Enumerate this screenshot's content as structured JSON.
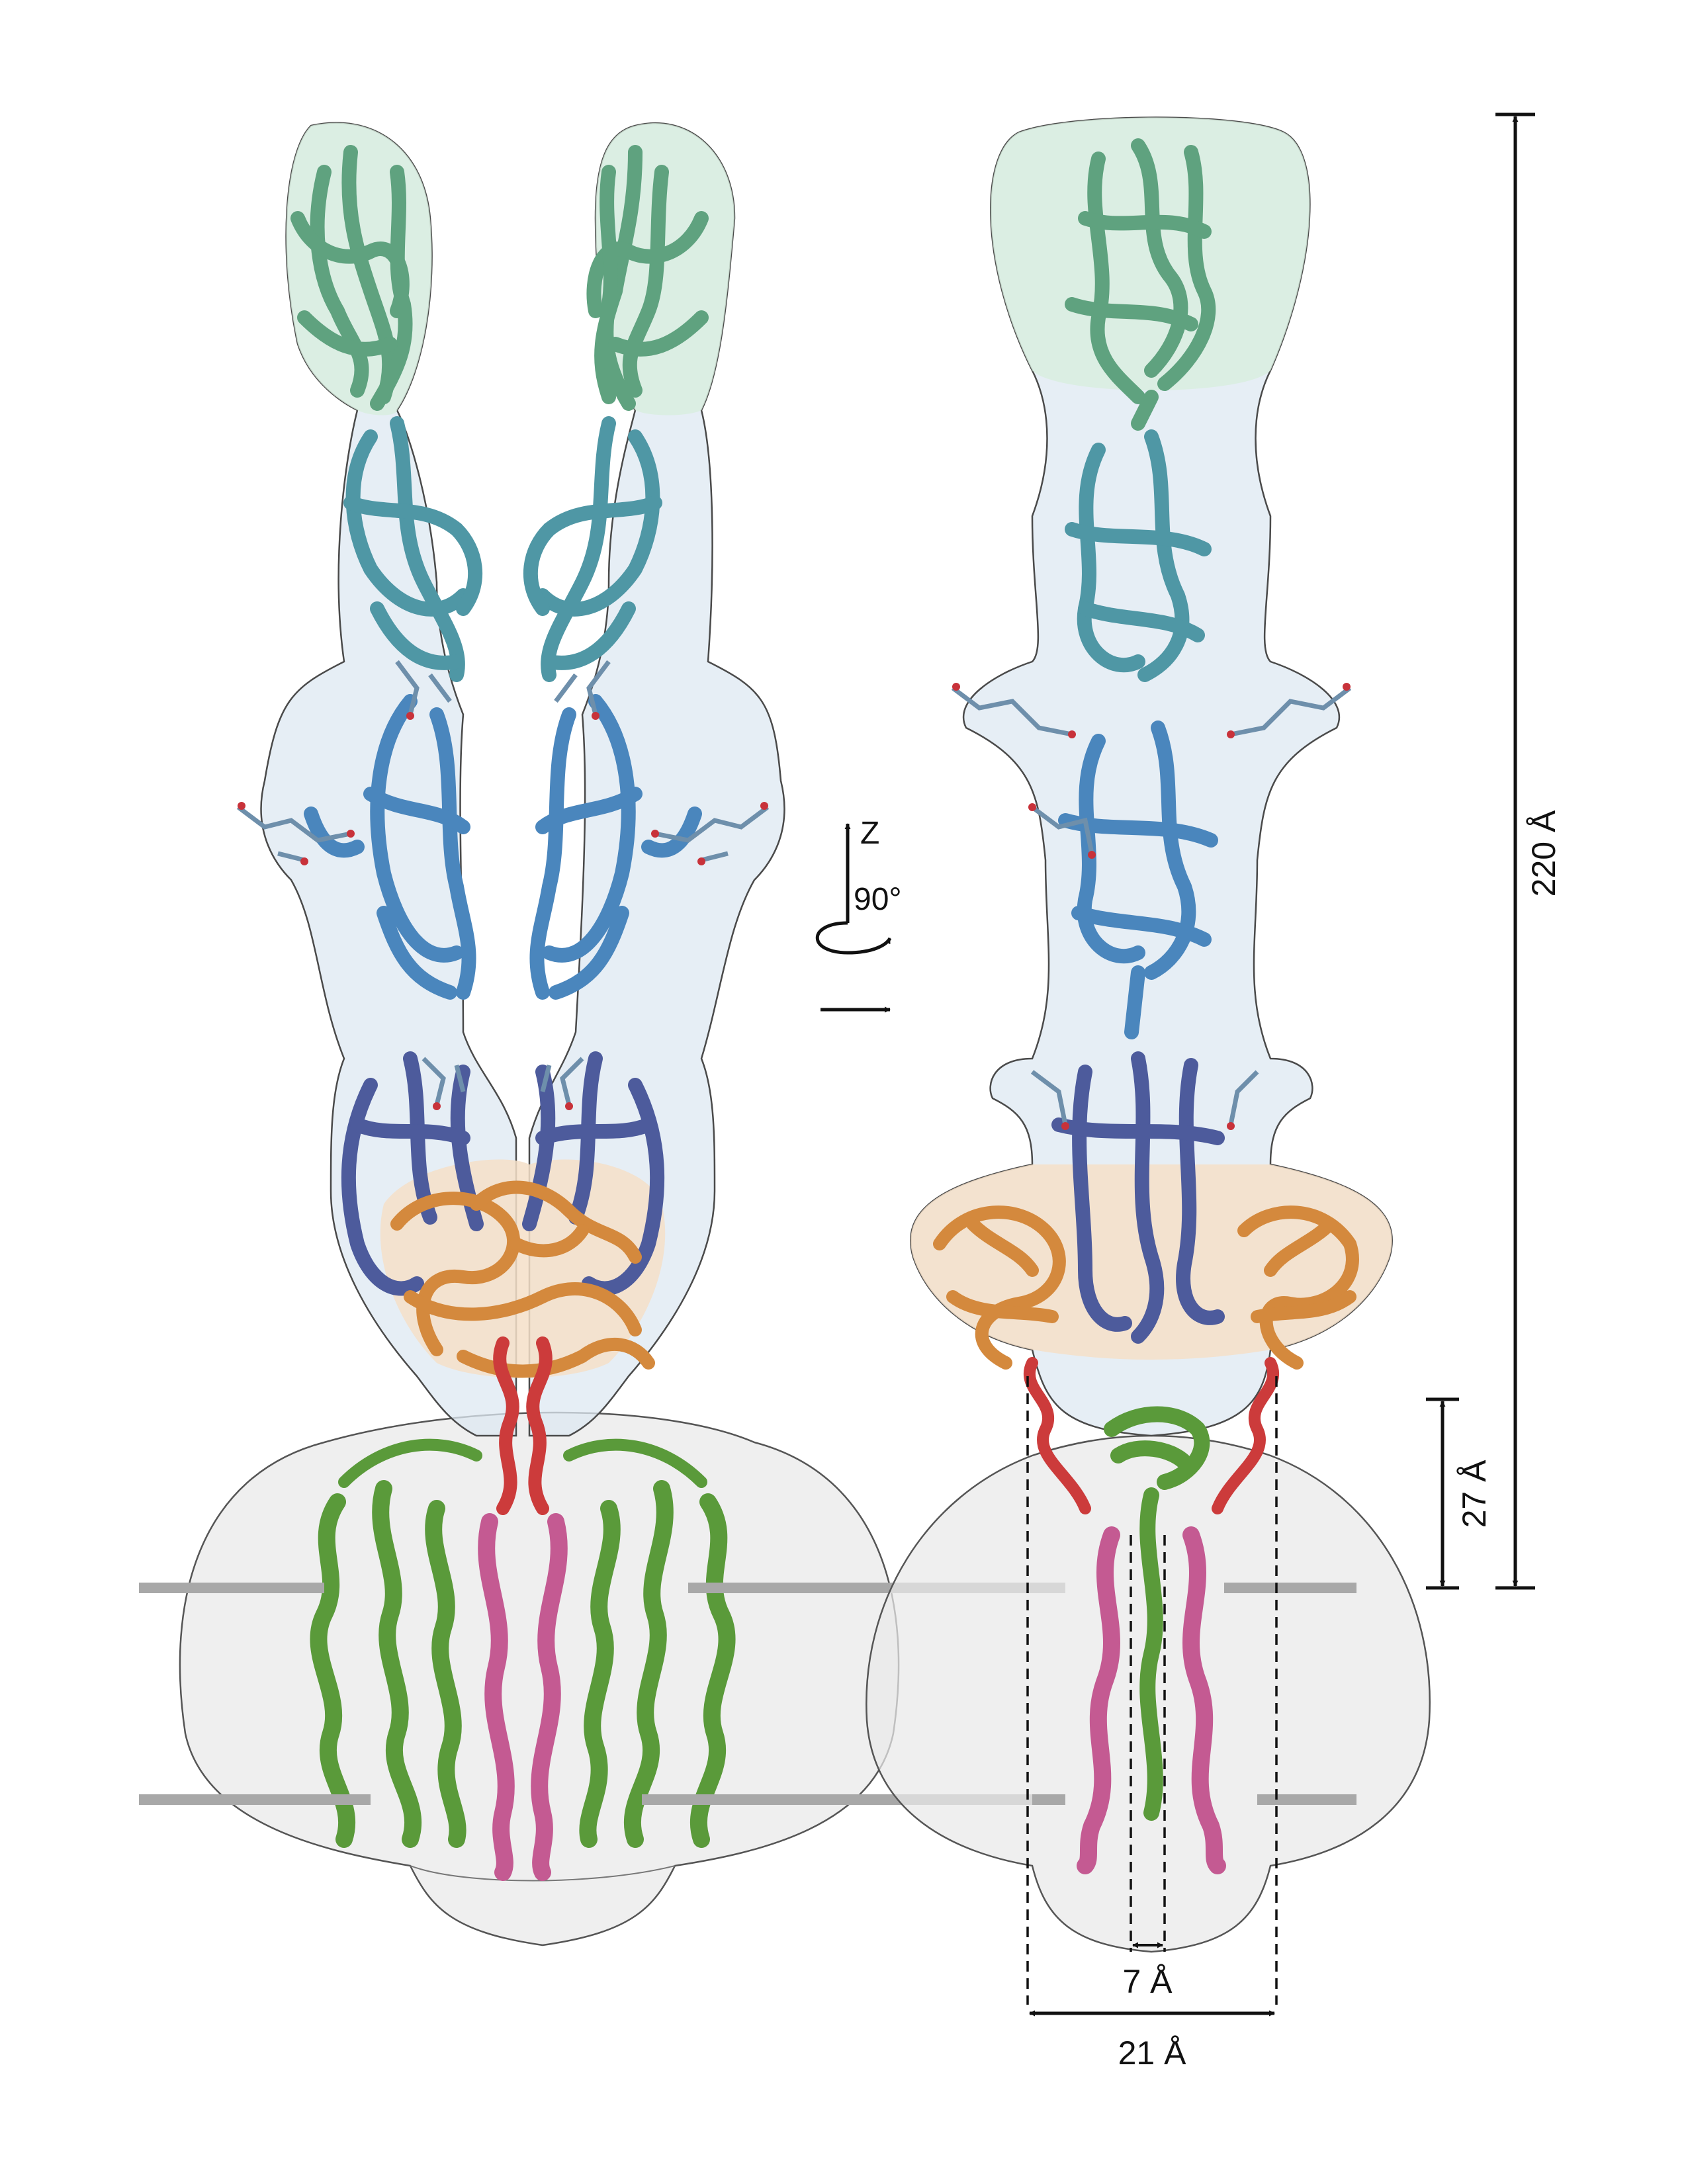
{
  "labels": {
    "axis_z": "Z",
    "rotation": "90°",
    "total_height": "220 Å",
    "tm_offset": "27 Å",
    "inner_width": "7 Å",
    "outer_width": "21 Å"
  },
  "colors": {
    "d1": "#5fa27f",
    "d1_dark": "#3f7d5c",
    "d2": "#4f97a5",
    "d3": "#4a86bd",
    "d4": "#4d5b9c",
    "kinase_like": "#d4893d",
    "linker": "#cc3b3b",
    "tm_green": "#5a9a3a",
    "tm_pink": "#c45a92",
    "glycan": "#6e8fab",
    "glycan_o": "#c8323a",
    "membrane": "#a8a8a8",
    "density_green": "#dcefe3",
    "density_blue": "#dde7f2",
    "density_orange": "#f5e0cb",
    "density_gray": "#e9e9e9"
  }
}
